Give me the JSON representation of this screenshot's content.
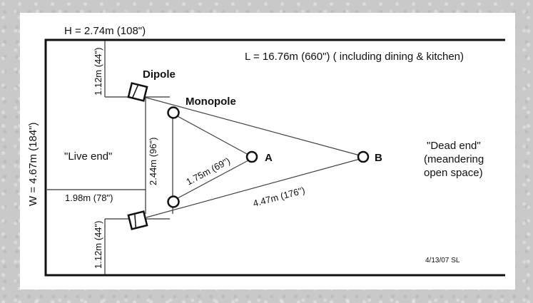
{
  "dimensions": {
    "height": "H = 2.74m (108\")",
    "length": "L = 16.76m (660\") ( including dining & kitchen)",
    "width": "W = 4.67m (184\")",
    "top_gap": "1.12m (44\")",
    "bottom_gap": "1.12m (44\")",
    "speaker_spacing": "2.44m (96\")",
    "side_distance": "1.98m (78\")",
    "distance_a": "1.75m (69\")",
    "distance_b": "4.47m (176\")"
  },
  "labels": {
    "dipole": "Dipole",
    "monopole": "Monopole",
    "point_a": "A",
    "point_b": "B",
    "live_end": "\"Live end\"",
    "dead_end_line1": "\"Dead end\"",
    "dead_end_line2": "(meandering",
    "dead_end_line3": "open space)",
    "signature": "4/13/07 SL"
  },
  "colors": {
    "paper": "#ffffff",
    "ink": "#111111",
    "background": "#c9c9c9"
  }
}
